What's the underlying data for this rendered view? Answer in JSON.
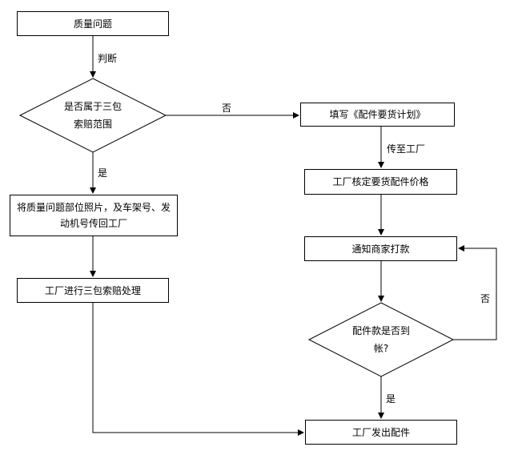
{
  "nodes": {
    "quality_issue": "质量问题",
    "decision_warranty_line1": "是否属于三包",
    "decision_warranty_line2": "索赔范围",
    "send_photos_line1": "将质量问题部位照片，及车架号、发",
    "send_photos_line2": "动机号传回工厂",
    "factory_warranty": "工厂进行三包索赔处理",
    "fill_plan": "填写《配件要货计划》",
    "factory_price": "工厂核定要货配件价格",
    "notify_dealer": "通知商家打款",
    "decision_payment_line1": "配件款是否到",
    "decision_payment_line2": "帐?",
    "factory_ship": "工厂发出配件"
  },
  "edges": {
    "judge": "判断",
    "no_1": "否",
    "yes_1": "是",
    "send_factory": "传至工厂",
    "no_2": "否",
    "yes_2": "是"
  }
}
